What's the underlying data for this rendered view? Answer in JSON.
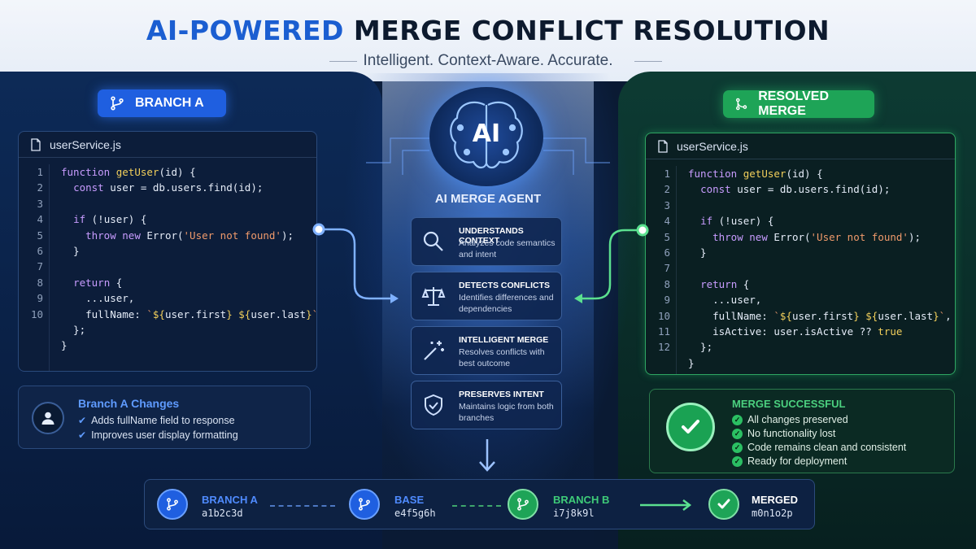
{
  "header": {
    "title_accent": "AI-POWERED",
    "title_rest": "MERGE CONFLICT RESOLUTION",
    "subtitle": "Intelligent. Context-Aware. Accurate."
  },
  "branch_a": {
    "pill_label": "BRANCH A",
    "file_name": "userService.js",
    "changes_title": "Branch A Changes",
    "changes": [
      "Adds fullName field to response",
      "Improves user display formatting"
    ]
  },
  "resolved": {
    "pill_label": "RESOLVED MERGE",
    "file_name": "userService.js",
    "success_title": "MERGE SUCCESSFUL",
    "success_items": [
      "All changes preserved",
      "No functionality lost",
      "Code remains clean and consistent",
      "Ready for deployment"
    ]
  },
  "agent": {
    "badge": "AI",
    "title": "AI MERGE AGENT",
    "features": [
      {
        "title": "UNDERSTANDS CONTEXT",
        "desc": "Analyzes code semantics and intent",
        "icon": "magnifier-icon"
      },
      {
        "title": "DETECTS CONFLICTS",
        "desc": "Identifies differences and dependencies",
        "icon": "scales-icon"
      },
      {
        "title": "INTELLIGENT MERGE",
        "desc": "Resolves conflicts with best outcome",
        "icon": "magic-wand-icon"
      },
      {
        "title": "PRESERVES INTENT",
        "desc": "Maintains logic from both branches",
        "icon": "shield-check-icon"
      }
    ]
  },
  "timeline": [
    {
      "name": "BRANCH A",
      "hash": "a1b2c3d",
      "color": "#4f8bff"
    },
    {
      "name": "BASE",
      "hash": "e4f5g6h",
      "color": "#4f8bff"
    },
    {
      "name": "BRANCH B",
      "hash": "i7j8k9l",
      "color": "#3ecb78"
    },
    {
      "name": "MERGED",
      "hash": "m0n1o2p",
      "color": "#ffffff"
    }
  ],
  "colors": {
    "blue_accent": "#1f5fe0",
    "green_accent": "#1ea457"
  }
}
